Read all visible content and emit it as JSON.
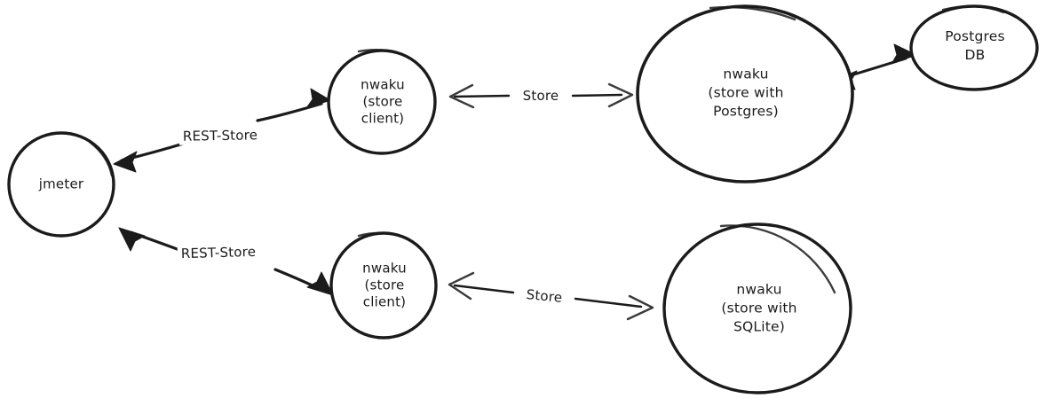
{
  "diagram": {
    "type": "architecture-diagram",
    "style": "hand-drawn",
    "background_color": "#ffffff",
    "stroke_color": "#1b1b1b",
    "text_color": "#1b1b1b",
    "nodes": [
      {
        "id": "jmeter",
        "shape": "circle",
        "label": "jmeter",
        "lines": [
          "jmeter"
        ]
      },
      {
        "id": "nwaku-store-client-top",
        "shape": "circle",
        "label": "nwaku (store client)",
        "lines": [
          "nwaku",
          "(store",
          "client)"
        ]
      },
      {
        "id": "nwaku-store-postgres",
        "shape": "ellipse",
        "label": "nwaku (store with Postgres)",
        "lines": [
          "nwaku",
          "(store with",
          "Postgres)"
        ]
      },
      {
        "id": "postgres-db",
        "shape": "ellipse",
        "label": "Postgres DB",
        "lines": [
          "Postgres",
          "DB"
        ]
      },
      {
        "id": "nwaku-store-client-bottom",
        "shape": "circle",
        "label": "nwaku (store client)",
        "lines": [
          "nwaku",
          "(store",
          "client)"
        ]
      },
      {
        "id": "nwaku-store-sqlite",
        "shape": "circle",
        "label": "nwaku (store with SQLite)",
        "lines": [
          "nwaku",
          "(store with",
          "SQLite)"
        ]
      }
    ],
    "edges": [
      {
        "id": "rest-store-top",
        "label": "REST-Store",
        "from": "jmeter",
        "to": "nwaku-store-client-top",
        "direction": "bidirectional",
        "arrowhead": "filled"
      },
      {
        "id": "store-top",
        "label": "Store",
        "from": "nwaku-store-client-top",
        "to": "nwaku-store-postgres",
        "direction": "bidirectional",
        "arrowhead": "open"
      },
      {
        "id": "postgres-link",
        "label": "",
        "from": "nwaku-store-postgres",
        "to": "postgres-db",
        "direction": "bidirectional",
        "arrowhead": "filled"
      },
      {
        "id": "rest-store-bottom",
        "label": "REST-Store",
        "from": "jmeter",
        "to": "nwaku-store-client-bottom",
        "direction": "bidirectional",
        "arrowhead": "filled"
      },
      {
        "id": "store-bottom",
        "label": "Store",
        "from": "nwaku-store-client-bottom",
        "to": "nwaku-store-sqlite",
        "direction": "bidirectional",
        "arrowhead": "open"
      }
    ]
  }
}
